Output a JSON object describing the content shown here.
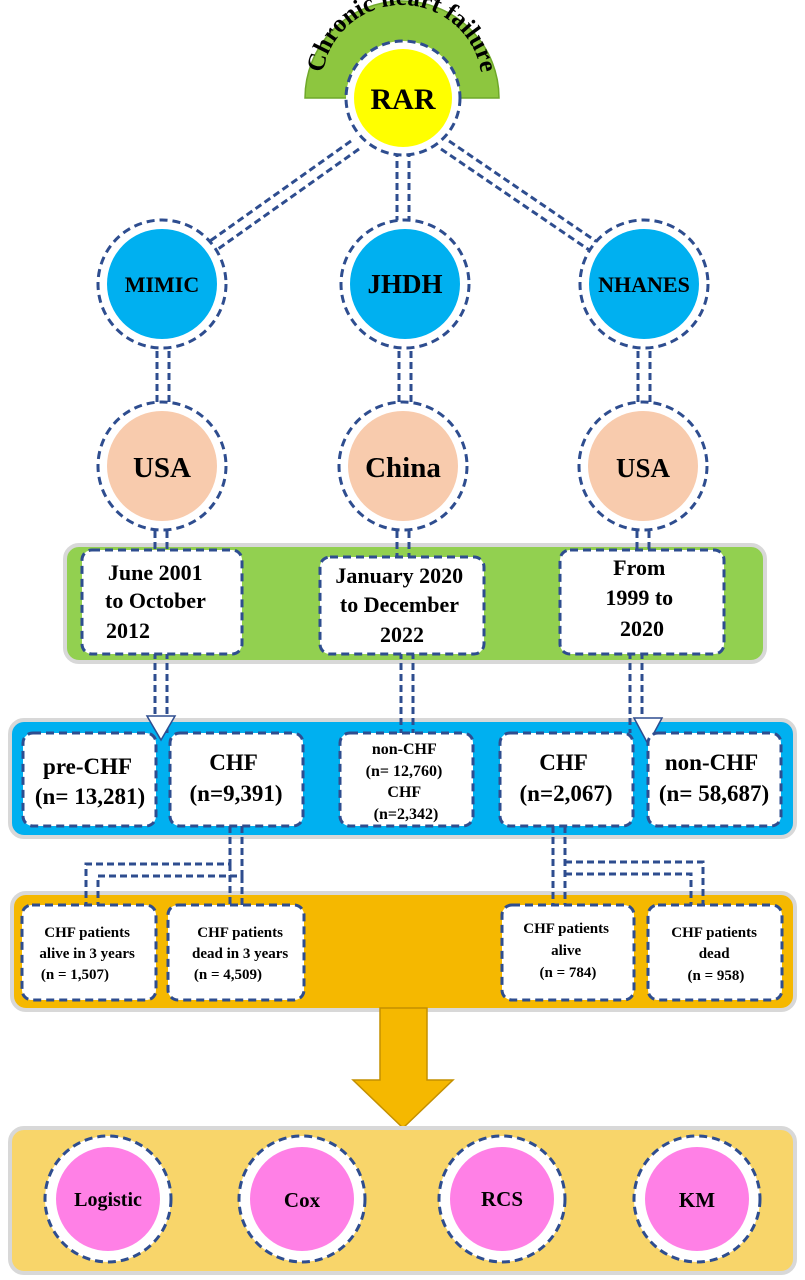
{
  "banner": {
    "label": "Chronic heart failure"
  },
  "root": {
    "label": "RAR"
  },
  "databases": [
    {
      "label": "MIMIC",
      "country": "USA",
      "period_lines": [
        "June 2001",
        "to October",
        "2012"
      ]
    },
    {
      "label": "JHDH",
      "country": "China",
      "period_lines": [
        "January 2020",
        "to December",
        "2022"
      ]
    },
    {
      "label": "NHANES",
      "country": "USA",
      "period_lines": [
        "From",
        "1999 to",
        "2020"
      ]
    }
  ],
  "groups": [
    {
      "lines": [
        "pre-CHF",
        "(n= 13,281)"
      ]
    },
    {
      "lines": [
        "CHF",
        "(n=9,391)"
      ]
    },
    {
      "lines": [
        "non-CHF",
        "(n= 12,760)",
        "CHF",
        "(n=2,342)"
      ]
    },
    {
      "lines": [
        "CHF",
        "(n=2,067)"
      ]
    },
    {
      "lines": [
        "non-CHF",
        "(n= 58,687)"
      ]
    }
  ],
  "outcomes": [
    {
      "lines": [
        "CHF patients",
        "alive in 3 years",
        "(n = 1,507)"
      ]
    },
    {
      "lines": [
        "CHF patients",
        "dead in 3 years",
        "(n = 4,509)"
      ]
    },
    {
      "lines": [
        "CHF patients",
        "alive",
        "(n = 784)"
      ]
    },
    {
      "lines": [
        "CHF patients",
        "dead",
        "(n = 958)"
      ]
    }
  ],
  "methods": [
    {
      "label": "Logistic"
    },
    {
      "label": "Cox"
    },
    {
      "label": "RCS"
    },
    {
      "label": "KM"
    }
  ],
  "colors": {
    "banner": "#8dc63f",
    "root": "#ffff00",
    "database": "#00b0f0",
    "country": "#f8cbad",
    "period_band": "#92d050",
    "group_band": "#00b0f0",
    "outcome_band": "#f5b800",
    "method_band": "#f8d56a",
    "method": "#ff80e6",
    "arrow": "#f5b800",
    "connector": "#2e4d8f"
  }
}
